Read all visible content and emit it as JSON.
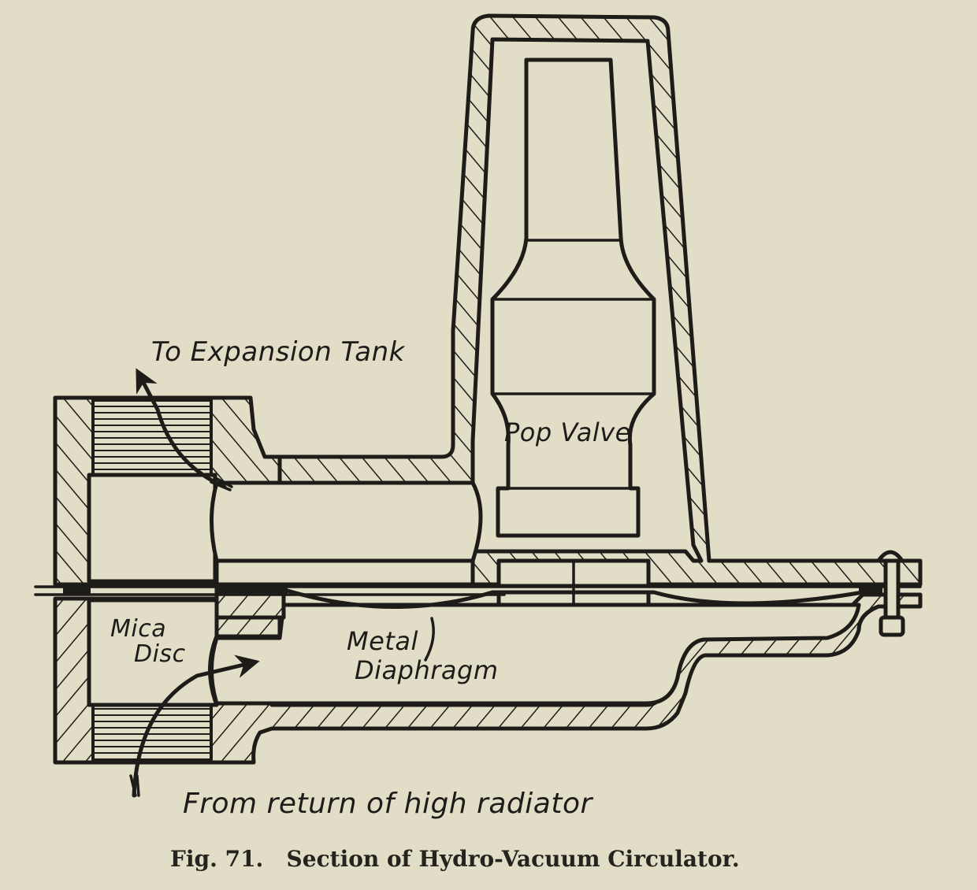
{
  "figure": {
    "title": "Section of Hydro-Vacuum Circulator",
    "number": "Fig. 71.",
    "caption": "Fig. 71.   Section of Hydro-Vacuum Circulator."
  },
  "labels": {
    "expansion_tank": "To Expansion Tank",
    "pop_valve": "Pop Valve",
    "mica_disc_line1": "Mica",
    "mica_disc_line2": "Disc",
    "metal_diaphragm_line1": "Metal",
    "metal_diaphragm_line2": "Diaphragm",
    "from_return": "From return of high radiator"
  },
  "colors": {
    "paper": "#e2ddc6",
    "ink": "#1d1c18"
  },
  "icons": {
    "flow_out_arrow": "arrow-up-icon",
    "flow_in_arrow": "arrow-right-icon"
  }
}
